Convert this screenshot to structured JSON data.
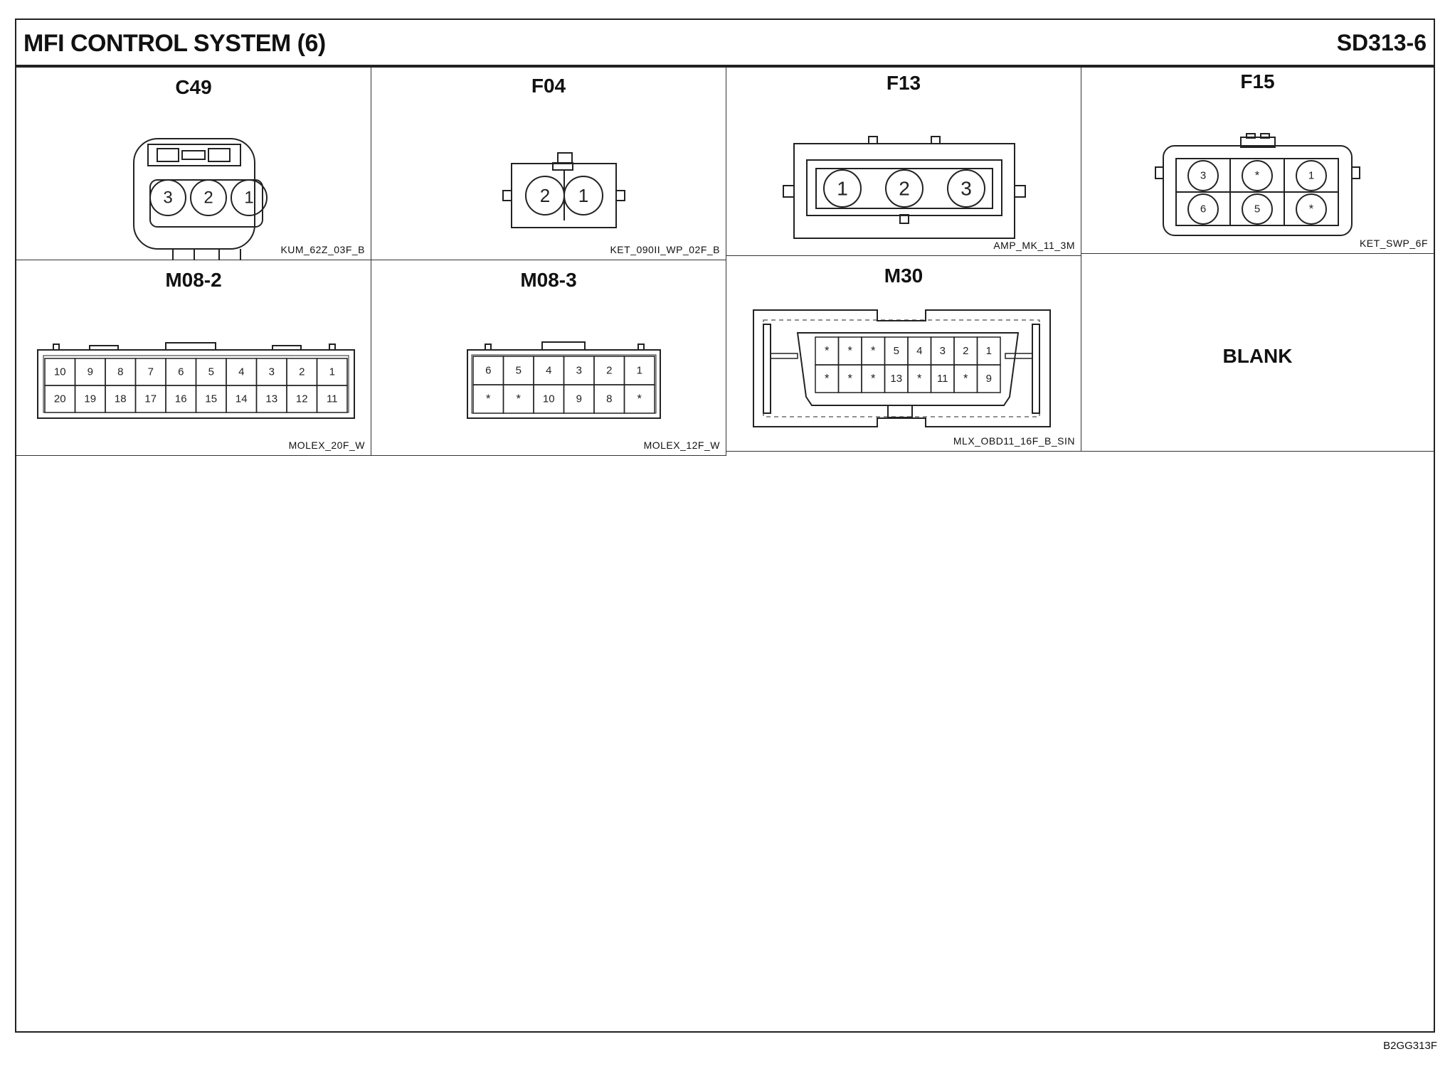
{
  "header": {
    "title": "MFI CONTROL SYSTEM (6)",
    "code": "SD313-6"
  },
  "footer": {
    "code": "B2GG313F"
  },
  "connectors": {
    "c49": {
      "label": "C49",
      "part": "KUM_62Z_03F_B",
      "pins": [
        "3",
        "2",
        "1"
      ]
    },
    "f04": {
      "label": "F04",
      "part": "KET_090II_WP_02F_B",
      "pins": [
        "2",
        "1"
      ]
    },
    "f13": {
      "label": "F13",
      "part": "AMP_MK_11_3M",
      "pins": [
        "1",
        "2",
        "3"
      ]
    },
    "f15": {
      "label": "F15",
      "part": "KET_SWP_6F",
      "rows": [
        [
          "3",
          "*",
          "1"
        ],
        [
          "6",
          "5",
          "*"
        ]
      ]
    },
    "m08_2": {
      "label": "M08-2",
      "part": "MOLEX_20F_W",
      "rows": [
        [
          "10",
          "9",
          "8",
          "7",
          "6",
          "5",
          "4",
          "3",
          "2",
          "1"
        ],
        [
          "20",
          "19",
          "18",
          "17",
          "16",
          "15",
          "14",
          "13",
          "12",
          "11"
        ]
      ]
    },
    "m08_3": {
      "label": "M08-3",
      "part": "MOLEX_12F_W",
      "rows": [
        [
          "6",
          "5",
          "4",
          "3",
          "2",
          "1"
        ],
        [
          "*",
          "*",
          "10",
          "9",
          "8",
          "*"
        ]
      ]
    },
    "m30": {
      "label": "M30",
      "part": "MLX_OBD11_16F_B_SIN",
      "rows": [
        [
          "*",
          "*",
          "*",
          "5",
          "4",
          "3",
          "2",
          "1"
        ],
        [
          "*",
          "*",
          "*",
          "13",
          "*",
          "11",
          "*",
          "9"
        ]
      ]
    },
    "blank": {
      "text": "BLANK"
    }
  },
  "colors": {
    "line": "#222222",
    "background": "#ffffff"
  }
}
